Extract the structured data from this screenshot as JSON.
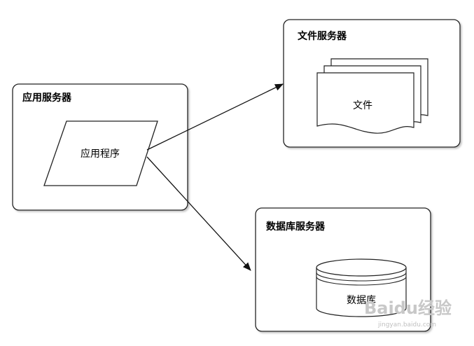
{
  "app_server": {
    "title": "应用服务器",
    "program_label": "应用程序"
  },
  "file_server": {
    "title": "文件服务器",
    "file_label": "文件"
  },
  "db_server": {
    "title": "数据库服务器",
    "db_label": "数据库"
  },
  "watermark": {
    "brand": "Baidu经验",
    "url": "jingyan.baidu.com"
  },
  "colors": {
    "stroke": "#222222",
    "background": "#ffffff"
  }
}
